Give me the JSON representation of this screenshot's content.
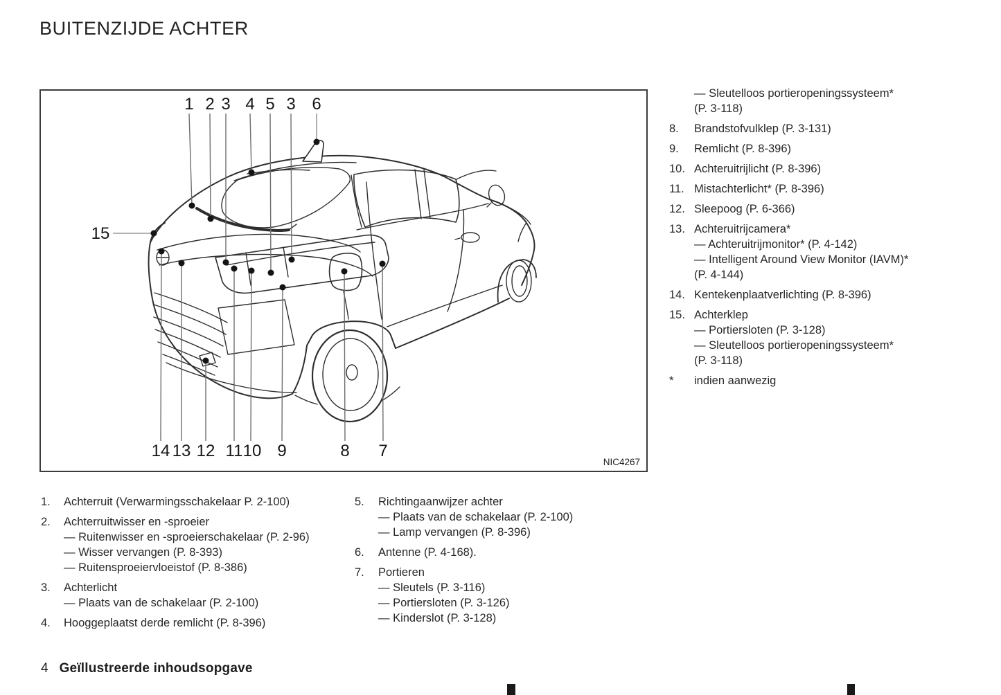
{
  "page": {
    "title": "BUITENZIJDE ACHTER",
    "figure_code": "NIC4267",
    "footer": {
      "page_number": "4",
      "section_title": "Geïllustreerde inhoudsopgave"
    }
  },
  "diagram": {
    "callouts": {
      "top": [
        {
          "label": "1"
        },
        {
          "label": "2"
        },
        {
          "label": "3"
        },
        {
          "label": "4"
        },
        {
          "label": "5"
        },
        {
          "label": "3"
        },
        {
          "label": "6"
        }
      ],
      "bottom": [
        {
          "label": "14"
        },
        {
          "label": "13"
        },
        {
          "label": "12"
        },
        {
          "label": "11"
        },
        {
          "label": "10"
        },
        {
          "label": "9"
        },
        {
          "label": "8"
        },
        {
          "label": "7"
        }
      ],
      "side": {
        "label": "15"
      }
    }
  },
  "lists": {
    "left": {
      "items": [
        {
          "num": "1.",
          "title": "Achterruit (Verwarmingsschakelaar P. 2-100)",
          "subs": []
        },
        {
          "num": "2.",
          "title": "Achterruitwisser en -sproeier",
          "subs": [
            "— Ruitenwisser en -sproeierschakelaar (P. 2-96)",
            "— Wisser vervangen (P. 8-393)",
            "— Ruitensproeiervloeistof (P. 8-386)"
          ]
        },
        {
          "num": "3.",
          "title": "Achterlicht",
          "subs": [
            "— Plaats van de schakelaar (P. 2-100)"
          ]
        },
        {
          "num": "4.",
          "title": "Hooggeplaatst derde remlicht (P. 8-396)",
          "subs": []
        }
      ]
    },
    "middle": {
      "items": [
        {
          "num": "5.",
          "title": "Richtingaanwijzer achter",
          "subs": [
            "— Plaats van de schakelaar (P. 2-100)",
            "— Lamp vervangen (P. 8-396)"
          ]
        },
        {
          "num": "6.",
          "title": "Antenne (P. 4-168).",
          "subs": []
        },
        {
          "num": "7.",
          "title": "Portieren",
          "subs": [
            "— Sleutels (P. 3-116)",
            "— Portiersloten (P. 3-126)",
            "— Kinderslot (P. 3-128)"
          ]
        }
      ]
    },
    "right": {
      "intro_lines": [
        "— Sleutelloos portieropeningssysteem*",
        "(P. 3-118)"
      ],
      "items": [
        {
          "num": "8.",
          "title": "Brandstofvulklep (P. 3-131)",
          "subs": []
        },
        {
          "num": "9.",
          "title": "Remlicht (P. 8-396)",
          "subs": []
        },
        {
          "num": "10.",
          "title": "Achteruitrijlicht (P. 8-396)",
          "subs": []
        },
        {
          "num": "11.",
          "title": "Mistachterlicht* (P. 8-396)",
          "subs": []
        },
        {
          "num": "12.",
          "title": "Sleepoog (P. 6-366)",
          "subs": []
        },
        {
          "num": "13.",
          "title": "Achteruitrijcamera*",
          "subs": [
            "— Achteruitrijmonitor* (P. 4-142)",
            "— Intelligent Around View Monitor (IAVM)*",
            "(P. 4-144)"
          ]
        },
        {
          "num": "14.",
          "title": "Kentekenplaatverlichting (P. 8-396)",
          "subs": []
        },
        {
          "num": "15.",
          "title": "Achterklep",
          "subs": [
            "— Portiersloten (P. 3-128)",
            "— Sleutelloos portieropeningssysteem*",
            "(P. 3-118)"
          ]
        }
      ],
      "footnote": {
        "symbol": "*",
        "text": "indien aanwezig"
      }
    }
  }
}
